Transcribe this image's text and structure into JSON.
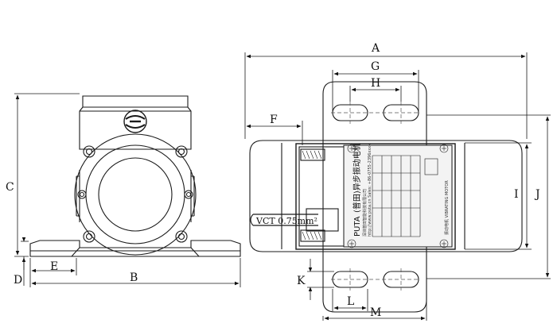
{
  "dimension_labels": {
    "A": "A",
    "B": "B",
    "C": "C",
    "D": "D",
    "E": "E",
    "F": "F",
    "G": "G",
    "H": "H",
    "I": "I",
    "J": "J",
    "K": "K",
    "L": "L",
    "M": "M"
  },
  "cable_label": "VCT 0.75mm²",
  "nameplate": {
    "brand": "PUTA",
    "chinese_title": "(普田)异步振动电机",
    "company_lines": [
      "深圳普田智能科技有限公司",
      "http://www.puta.cn  Sales: +86-0755-2396xxxx",
      "振动电机 VIBRATING MOTOR"
    ]
  },
  "colors": {
    "line": "#1a1a1a",
    "hidden": "#555555",
    "plate": "#f3f3f3"
  }
}
